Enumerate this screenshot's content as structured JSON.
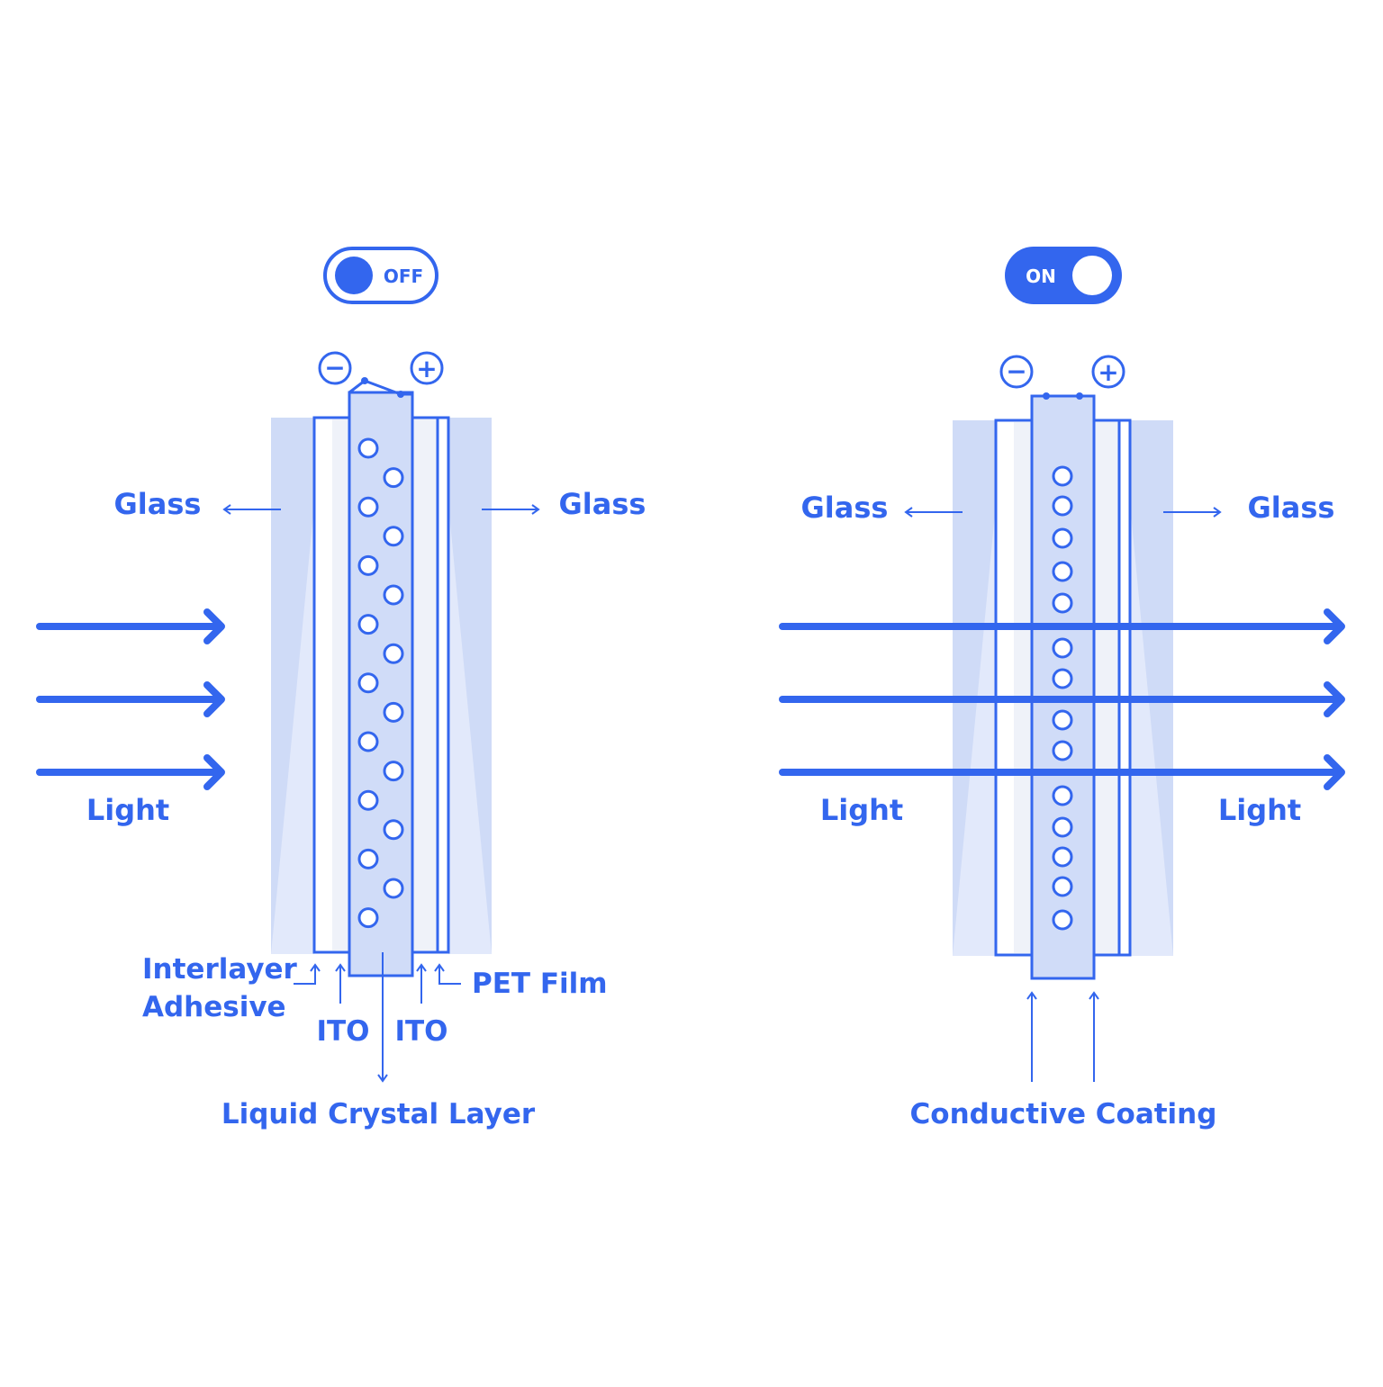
{
  "colors": {
    "primary": "#3366ee",
    "glass_fill": "#d0dcf8",
    "glass_light": "#e4ebfb",
    "pane_light": "#eff2f9",
    "white": "#ffffff"
  },
  "off_panel": {
    "switch_label": "OFF",
    "switch_state": "off",
    "minus_symbol": "−",
    "plus_symbol": "+",
    "glass_left_label": "Glass",
    "glass_right_label": "Glass",
    "light_label": "Light",
    "interlayer_label_line1": "Interlayer",
    "interlayer_label_line2": "Adhesive",
    "ito_left_label": "ITO",
    "ito_right_label": "ITO",
    "pet_label": "PET Film",
    "lc_label": "Liquid Crystal Layer",
    "light_arrow_count": 3,
    "molecule_arrangement": "scattered"
  },
  "on_panel": {
    "switch_label": "ON",
    "switch_state": "on",
    "minus_symbol": "−",
    "plus_symbol": "+",
    "glass_left_label": "Glass",
    "glass_right_label": "Glass",
    "light_left_label": "Light",
    "light_right_label": "Light",
    "conductive_label": "Conductive Coating",
    "light_arrow_count": 3,
    "molecule_arrangement": "aligned"
  }
}
